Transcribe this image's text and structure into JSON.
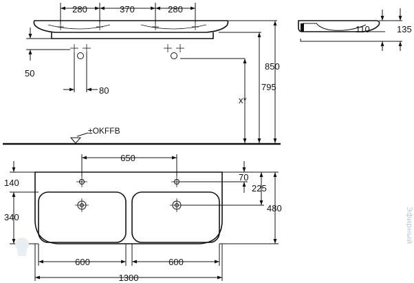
{
  "top_view": {
    "dim_left": "280",
    "dim_center": "370",
    "dim_right": "280",
    "dim_faucet_depth": "50",
    "dim_drain_offset": "80",
    "dim_overall_height": "850",
    "dim_rim_height": "795",
    "dim_drain_height": "x*",
    "floor_label": "±OKFFB"
  },
  "side_view": {
    "dim_depth_inner": "110",
    "dim_depth_outer": "135"
  },
  "plan_view": {
    "dim_taphole_spacing": "650",
    "dim_front_depth": "140",
    "dim_back_offset": "70",
    "dim_drain_offset": "225",
    "dim_depth": "480",
    "dim_bowl_depth": "340",
    "dim_bowl_width_left": "600",
    "dim_bowl_width_right": "600",
    "dim_overall_width": "1300"
  },
  "watermark": "Эфирный"
}
